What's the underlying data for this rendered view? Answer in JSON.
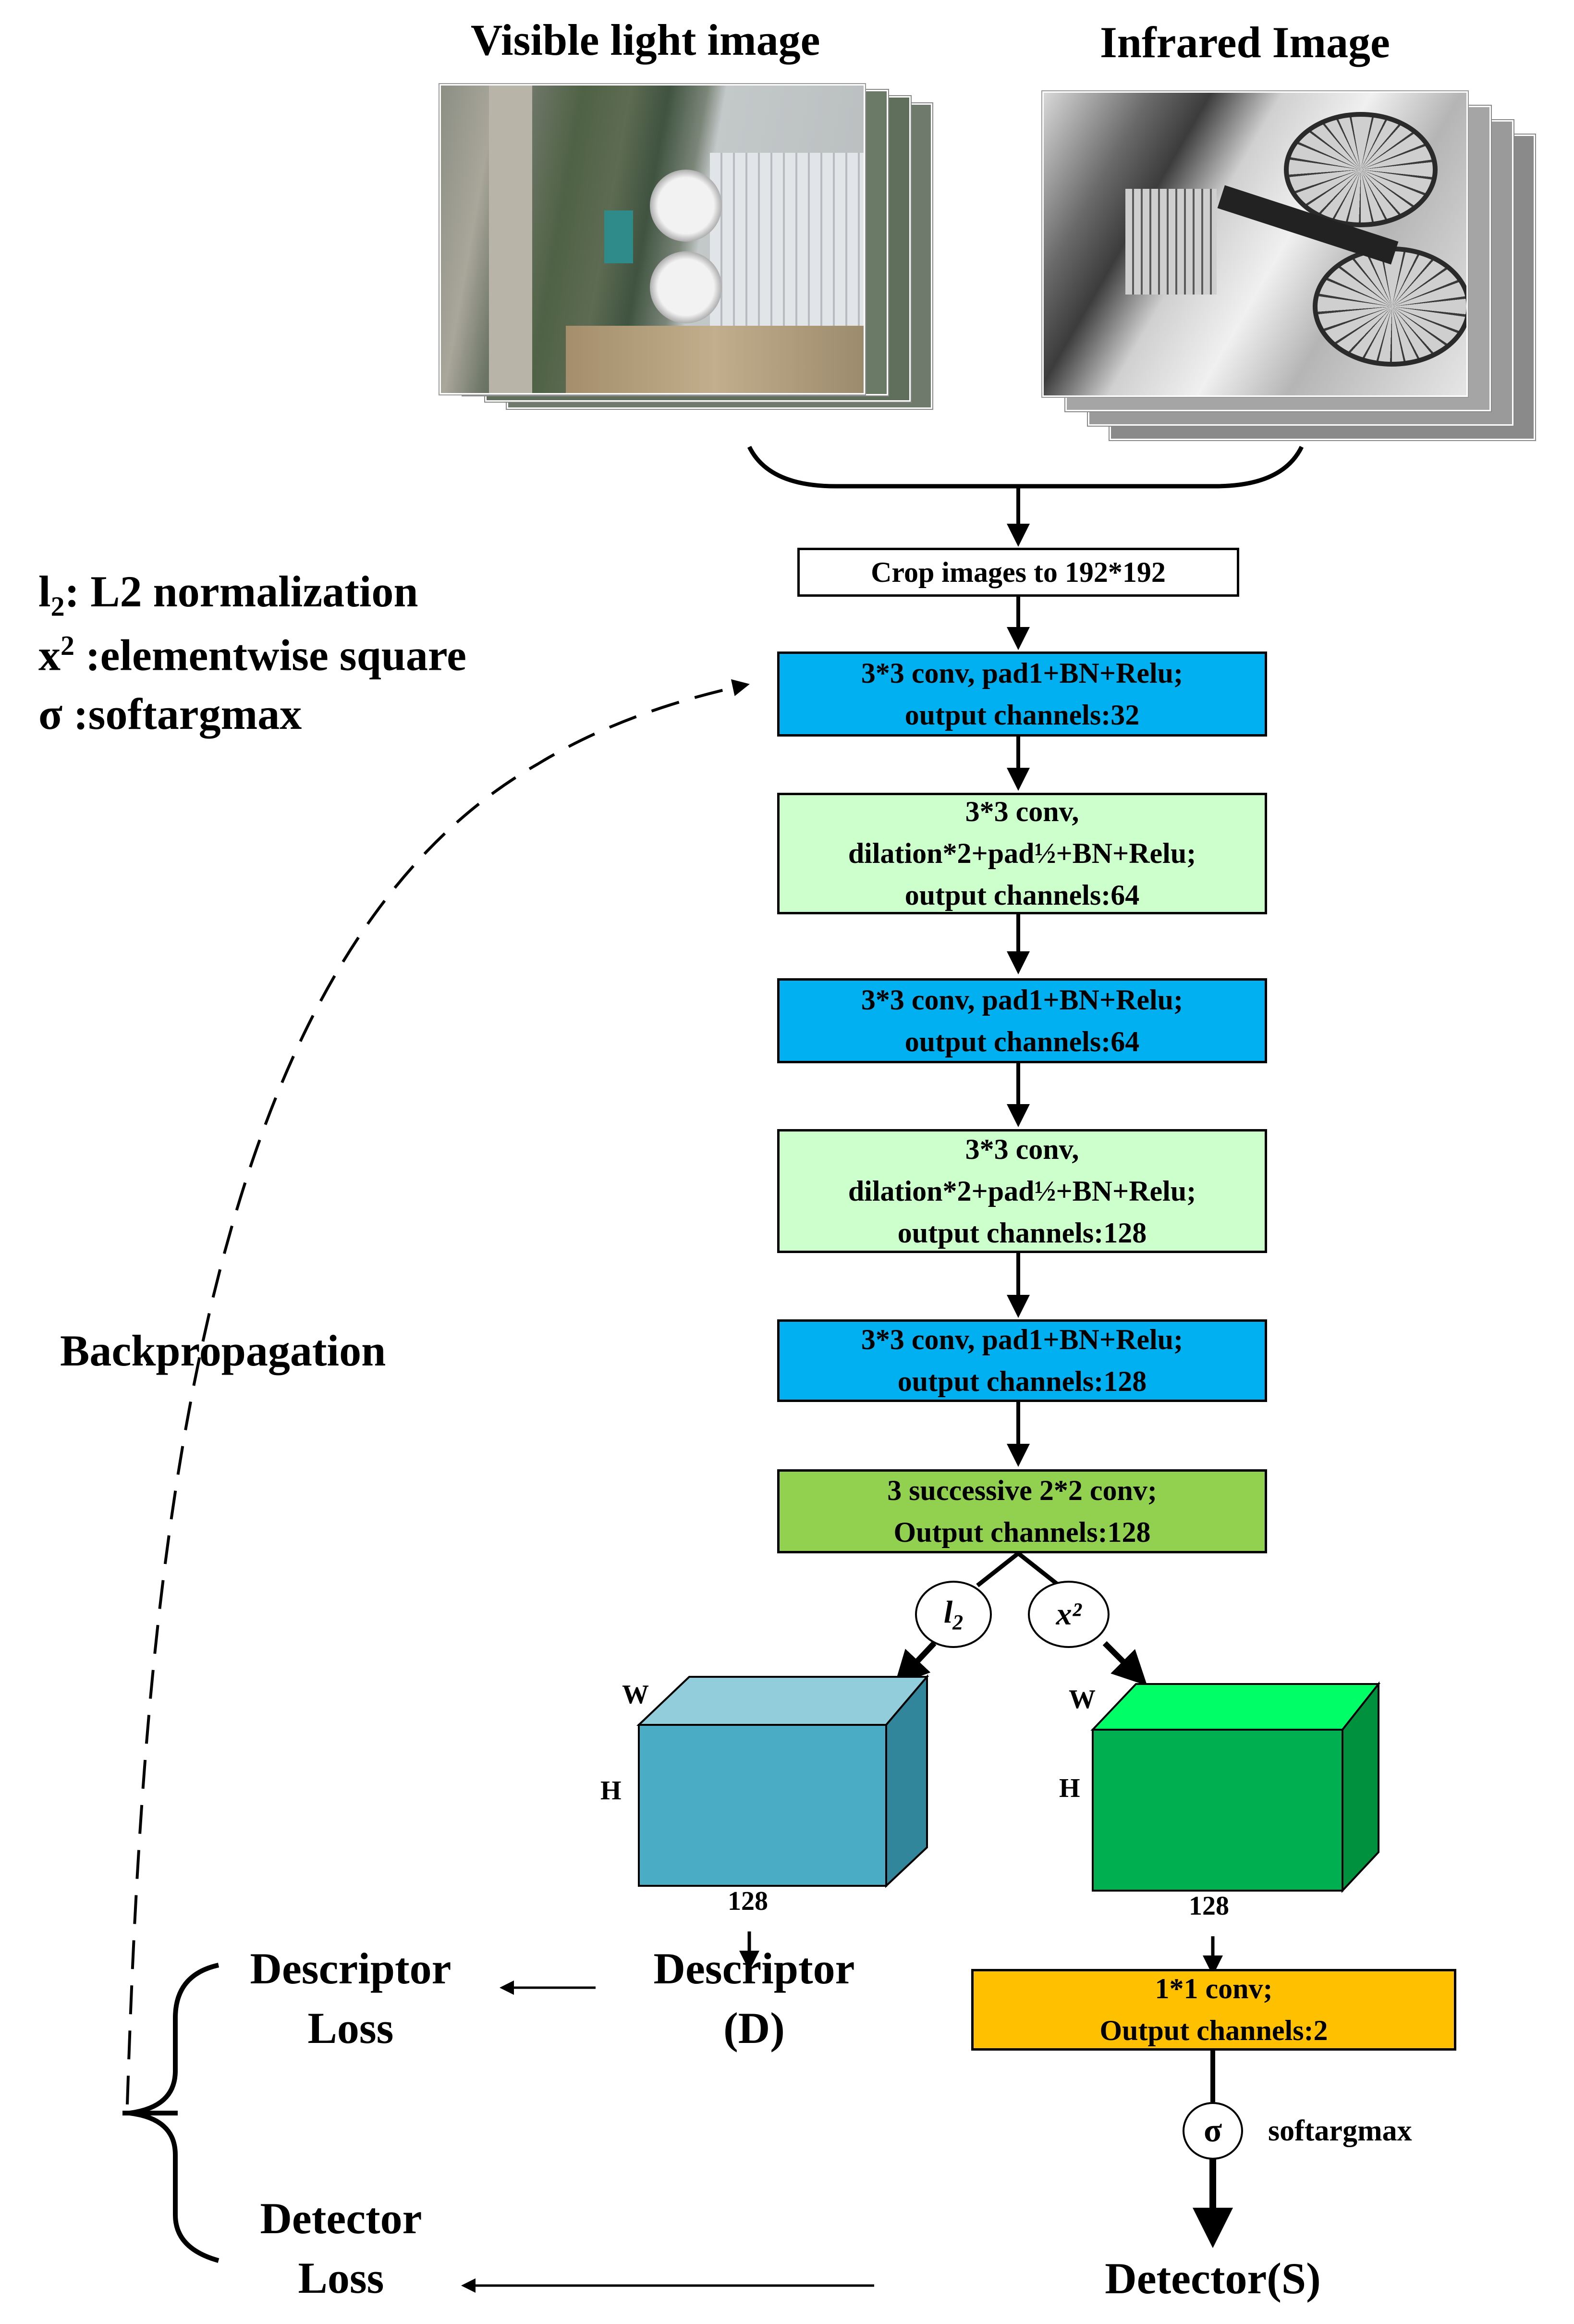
{
  "inputs": {
    "visible_title": "Visible light  image",
    "infrared_title": "Infrared Image"
  },
  "legend": {
    "l2_symbol": "l",
    "l2_sub": "2",
    "l2_text": ": L2 normalization",
    "x2_symbol": "x",
    "x2_sup": "2",
    "x2_text": " :elementwise square",
    "sigma_symbol": "σ",
    "sigma_text": " :softargmax"
  },
  "backprop_label": "Backpropagation",
  "pipeline": {
    "crop": "Crop images to 192*192",
    "block1": [
      "3*3 conv, pad1+BN+Relu;",
      "output channels:32"
    ],
    "block2": [
      "3*3 conv,",
      "dilation*2+pad½+BN+Relu;",
      "output channels:64"
    ],
    "block3": [
      "3*3 conv, pad1+BN+Relu;",
      "output channels:64"
    ],
    "block4": [
      "3*3 conv,",
      "dilation*2+pad½+BN+Relu;",
      "output channels:128"
    ],
    "block5": [
      "3*3 conv, pad1+BN+Relu;",
      "output channels:128"
    ],
    "block6": [
      "3 successive 2*2 conv;",
      "Output channels:128"
    ],
    "conv1x1": [
      "1*1 conv;",
      "Output channels:2"
    ]
  },
  "ops": {
    "l2_node": "l2",
    "x2_node": "x²",
    "sigma_node": "σ",
    "softargmax_label": "softargmax"
  },
  "tensors": {
    "descriptor": {
      "w": "W",
      "h": "H",
      "c": "128"
    },
    "detector": {
      "w": "W",
      "h": "H",
      "c": "128"
    }
  },
  "outputs": {
    "descriptor": [
      "Descriptor",
      "(D)"
    ],
    "detector": "Detector(S)",
    "descriptor_loss": [
      "Descriptor",
      "Loss"
    ],
    "detector_loss": [
      "Detector",
      "Loss"
    ]
  },
  "colors": {
    "blue_block": "#00B0F0",
    "light_green_block": "#CCFFCC",
    "green_block": "#92D050",
    "orange_block": "#FFC000",
    "descriptor_front": "#4BACC6",
    "descriptor_top": "#92CDDC",
    "descriptor_side": "#31869B",
    "detector_front": "#00B050",
    "detector_top": "#00FF66",
    "detector_side": "#00913F"
  }
}
